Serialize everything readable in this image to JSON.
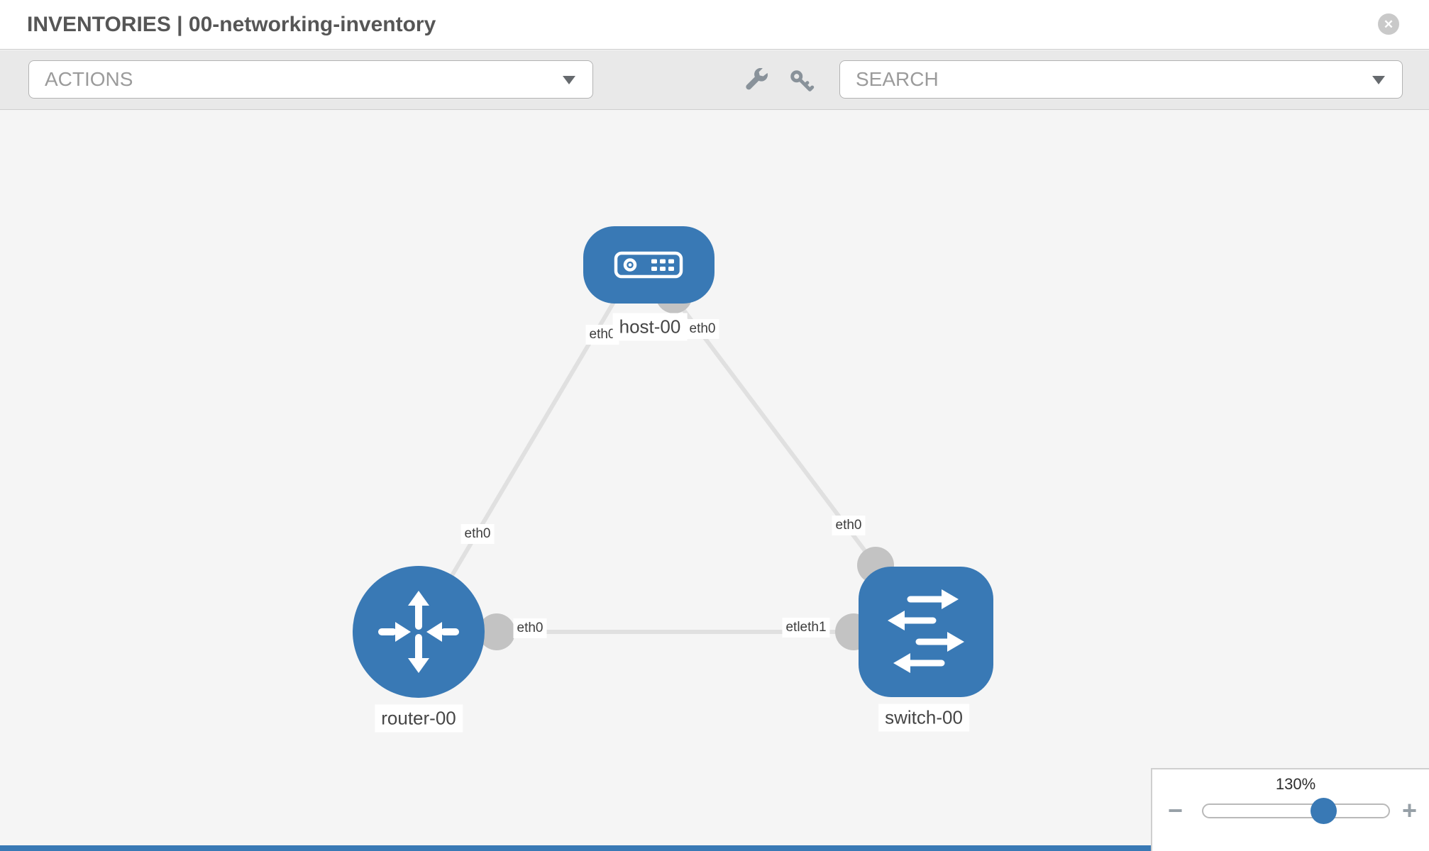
{
  "header": {
    "title": "INVENTORIES | 00-networking-inventory"
  },
  "toolbar": {
    "actions_label": "ACTIONS",
    "search_label": "SEARCH"
  },
  "icons": {
    "close": "✕",
    "zoom_out": "−",
    "zoom_in": "+"
  },
  "canvas": {
    "nodes": [
      {
        "label": "host-00",
        "type": "host"
      },
      {
        "label": "router-00",
        "type": "router"
      },
      {
        "label": "switch-00",
        "type": "switch"
      }
    ],
    "links": [
      {
        "from": "host-00",
        "to": "router-00"
      },
      {
        "from": "router-00",
        "to": "switch-00"
      },
      {
        "from": "host-00",
        "to": "switch-00"
      }
    ],
    "interface_labels": [
      {
        "text": "eth0"
      },
      {
        "text": "eth0"
      },
      {
        "text": "eth0"
      },
      {
        "text": "eth0"
      },
      {
        "text": "etleth1"
      },
      {
        "text": "eth0"
      }
    ]
  },
  "zoom_control": {
    "level": "130%"
  },
  "colors": {
    "node_blue": "#3979b5",
    "port_gray": "#c3c3c3",
    "link_gray": "#e0e0e0",
    "toolbar_bg": "#e9e9e9",
    "canvas_bg": "#f5f5f5",
    "bottom_strip": "#3979b5"
  }
}
